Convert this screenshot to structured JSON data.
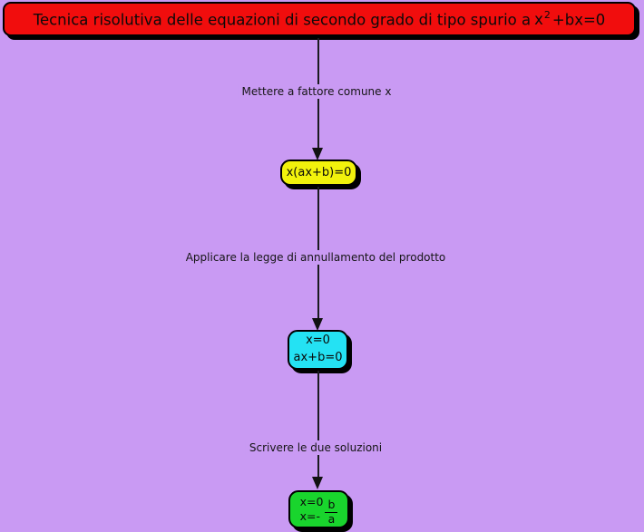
{
  "colors": {
    "background": "#c99af3",
    "title_fill": "#f10d0d",
    "box1_fill": "#f2f20c",
    "box2_fill": "#24e2f3",
    "box3_fill": "#19d52d",
    "border_and_text": "#000000"
  },
  "title": {
    "part1": "Tecnica risolutiva delle equazioni di secondo grado di tipo spurio a",
    "x_term": "x",
    "exponent": "2",
    "part2": "+bx=0"
  },
  "steps": {
    "label1": "Mettere a fattore comune x",
    "label2": "Applicare la legge di annullamento del prodotto",
    "label3": "Scrivere le due soluzioni"
  },
  "boxes": {
    "box1": {
      "text": "x(ax+b)=0"
    },
    "box2": {
      "line1": "x=0",
      "line2": "ax+b=0"
    },
    "box3": {
      "line1": "x=0",
      "line2_prefix": "x=-",
      "frac_num": "b",
      "frac_den": "a"
    }
  }
}
